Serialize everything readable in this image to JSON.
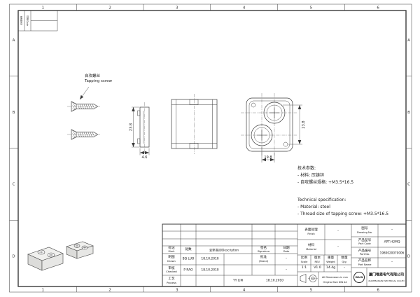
{
  "colors": {
    "paper": "#ffffff",
    "line": "#3a3a3a",
    "text": "#111111"
  },
  "frame": {
    "columns": [
      "1",
      "2",
      "3",
      "4",
      "5",
      "6"
    ],
    "rows": [
      "A",
      "B",
      "C",
      "D"
    ]
  },
  "corner_box": {
    "col1": "更改单号",
    "col2": "日期/Date"
  },
  "drawing": {
    "tapping_screw_label_cn": "自攻螺丝",
    "tapping_screw_label_en": "Tapping screw",
    "dims": {
      "side_height": "23.8",
      "side_width": "4.6",
      "plan_pitch_x": "19.8",
      "plan_pitch_y": "23.8"
    }
  },
  "tech_spec": {
    "cn_title": "技术参数:",
    "cn_line1": "- 材料: 压铸锌",
    "cn_line2": "- 自攻螺丝规格: +M3.5*16.5",
    "en_title": "Technical specification:",
    "en_line1": "- Material: steel",
    "en_line2": "- Thread size of tapping screw: +M3.5*16.5"
  },
  "title_block": {
    "rev_header": {
      "mark_cn": "标记",
      "mark_en": "Mark",
      "count_cn": "处数",
      "desc": "变更描述/Description",
      "sig_cn": "签名",
      "sig_en": "Signature",
      "date_cn": "日期",
      "date_en": "Date"
    },
    "sign": {
      "drawn_cn": "制图",
      "drawn_en": "Drawn",
      "drawn_name": "BQ LUO",
      "drawn_date": "18.10.2010",
      "checked_cn": "审核",
      "checked_en": "Checked",
      "checked_name": "P RAO",
      "checked_date": "18.10.2010",
      "process_cn": "工艺",
      "process_en": "Process",
      "process_name": "YY LIN",
      "process_date": "18.10.2010",
      "approved_cn": "批准",
      "approved_en": "(Stand)",
      "approved_v1": "–",
      "approved_v2": "–"
    },
    "fields": {
      "finish_cn": "表面处理",
      "finish_en": "Finish",
      "finish_v": "–",
      "material_cn": "材料",
      "material_en": "Material",
      "material_v": "–",
      "drawing_no_cn": "图号",
      "drawing_no_en": "Drawing No.",
      "drawing_no_v": "–",
      "part_code_cn": "产品型号",
      "part_code_en": "Part Code",
      "part_code_v": "APT-H2MQ",
      "part_no_cn": "产品编号",
      "part_no_en": "Part No.",
      "part_no_v": "1980020070006",
      "part_name_cn": "产品名称",
      "part_name_en": "Part Name",
      "part_name_v": "–",
      "scale_cn": "比例",
      "scale_en": "Scale",
      "scale_v": "1:1",
      "rev_cn": "版本",
      "rev_en": "REV.",
      "rev_v": "V1.0",
      "weight_cn": "重量",
      "weight_en": "Weight",
      "weight_v": "14.4g",
      "qty_cn": "数量",
      "qty_en": "Qty.",
      "qty_v": "–"
    },
    "notes": {
      "dims": "All Dimensions in mm",
      "size": "Original Size DIN A4"
    },
    "company": {
      "logo": "WAIN",
      "cn": "厦门唯恩电气有限公司",
      "en": "XIAMEN WAIN ELECTRICAL CO.LTD"
    }
  }
}
